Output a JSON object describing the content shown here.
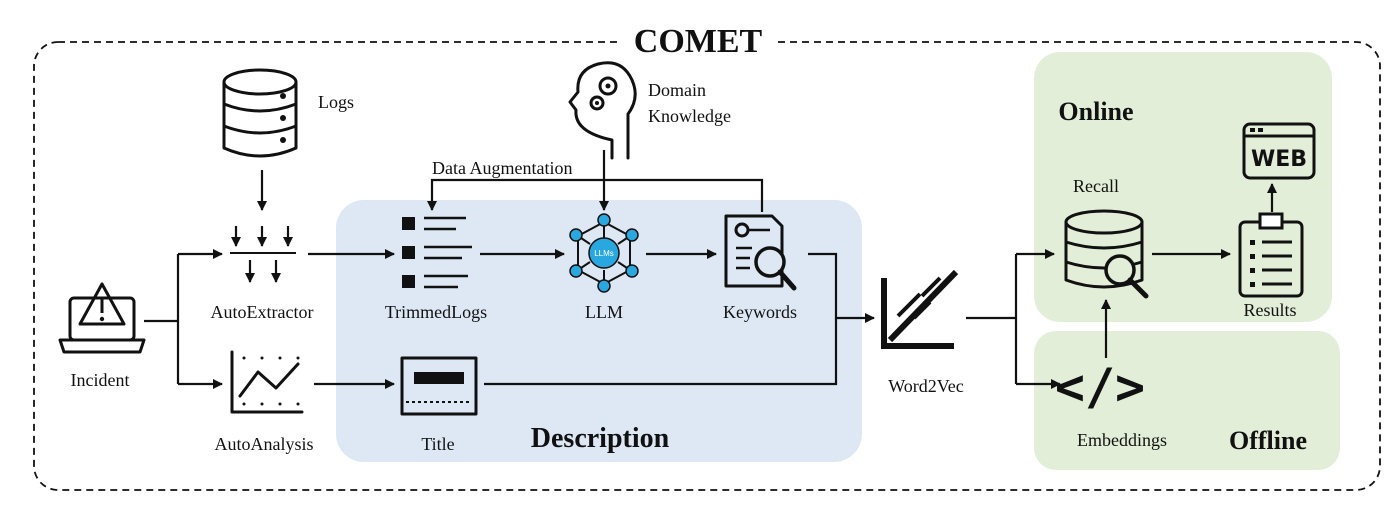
{
  "title": "COMET",
  "regions": {
    "description": "Description",
    "online": "Online",
    "offline": "Offline"
  },
  "nodes": {
    "logs": "Logs",
    "domain_knowledge_line1": "Domain",
    "domain_knowledge_line2": "Knowledge",
    "data_augmentation": "Data Augmentation",
    "incident": "Incident",
    "auto_extractor": "AutoExtractor",
    "auto_analysis": "AutoAnalysis",
    "trimmed_logs": "TrimmedLogs",
    "llm": "LLM",
    "llm_badge": "LLMs",
    "keywords": "Keywords",
    "title_node": "Title",
    "word2vec": "Word2Vec",
    "recall": "Recall",
    "results": "Results",
    "embeddings": "Embeddings",
    "web": "WEB",
    "code_glyph": "</>"
  },
  "colors": {
    "description_bg": "#dde8f4",
    "online_bg": "#e3eed9",
    "offline_bg": "#e3eed9",
    "llm_accent": "#29a8e0"
  }
}
